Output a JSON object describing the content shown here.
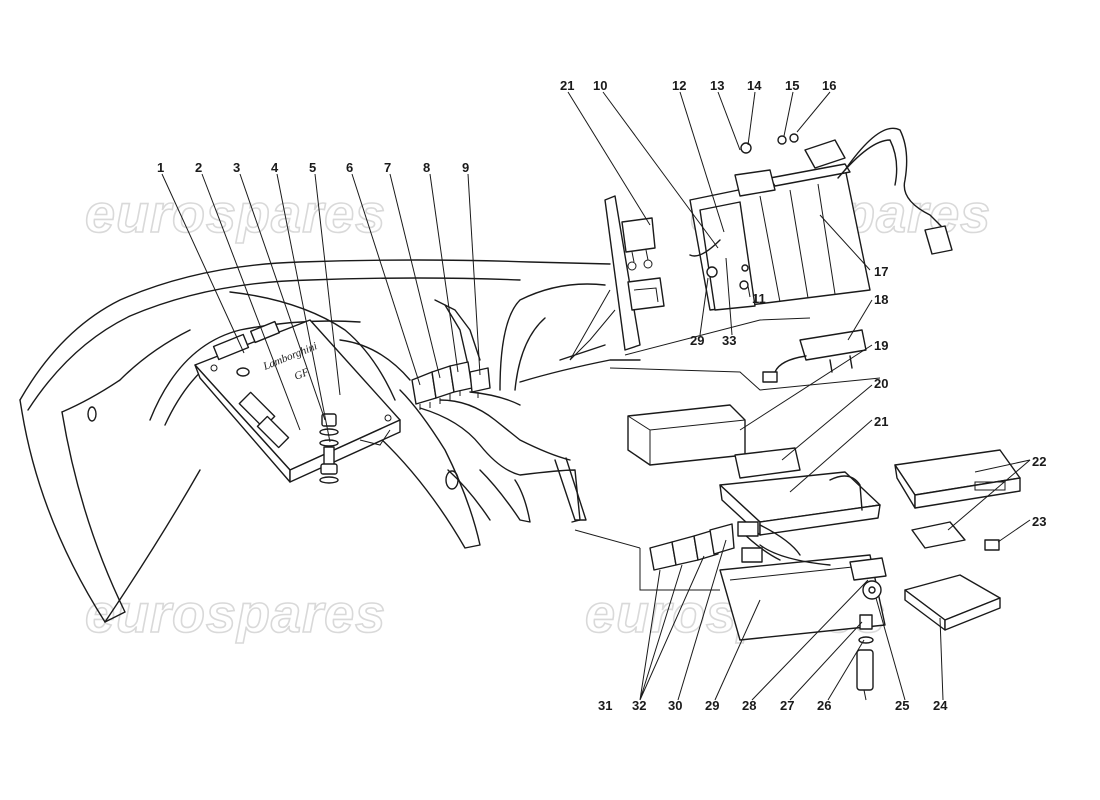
{
  "watermark": "eurospares",
  "ecu_branding": {
    "brand": "Lamborghini",
    "model": "GF"
  },
  "callouts": [
    "1",
    "2",
    "3",
    "4",
    "5",
    "6",
    "7",
    "8",
    "9",
    "10",
    "11",
    "12",
    "13",
    "14",
    "15",
    "16",
    "17",
    "18",
    "19",
    "20",
    "21",
    "22",
    "23",
    "24",
    "25",
    "26",
    "27",
    "28",
    "29",
    "30",
    "31",
    "32",
    "33"
  ],
  "callout_extra": {
    "21b": "21",
    "29b": "29"
  }
}
